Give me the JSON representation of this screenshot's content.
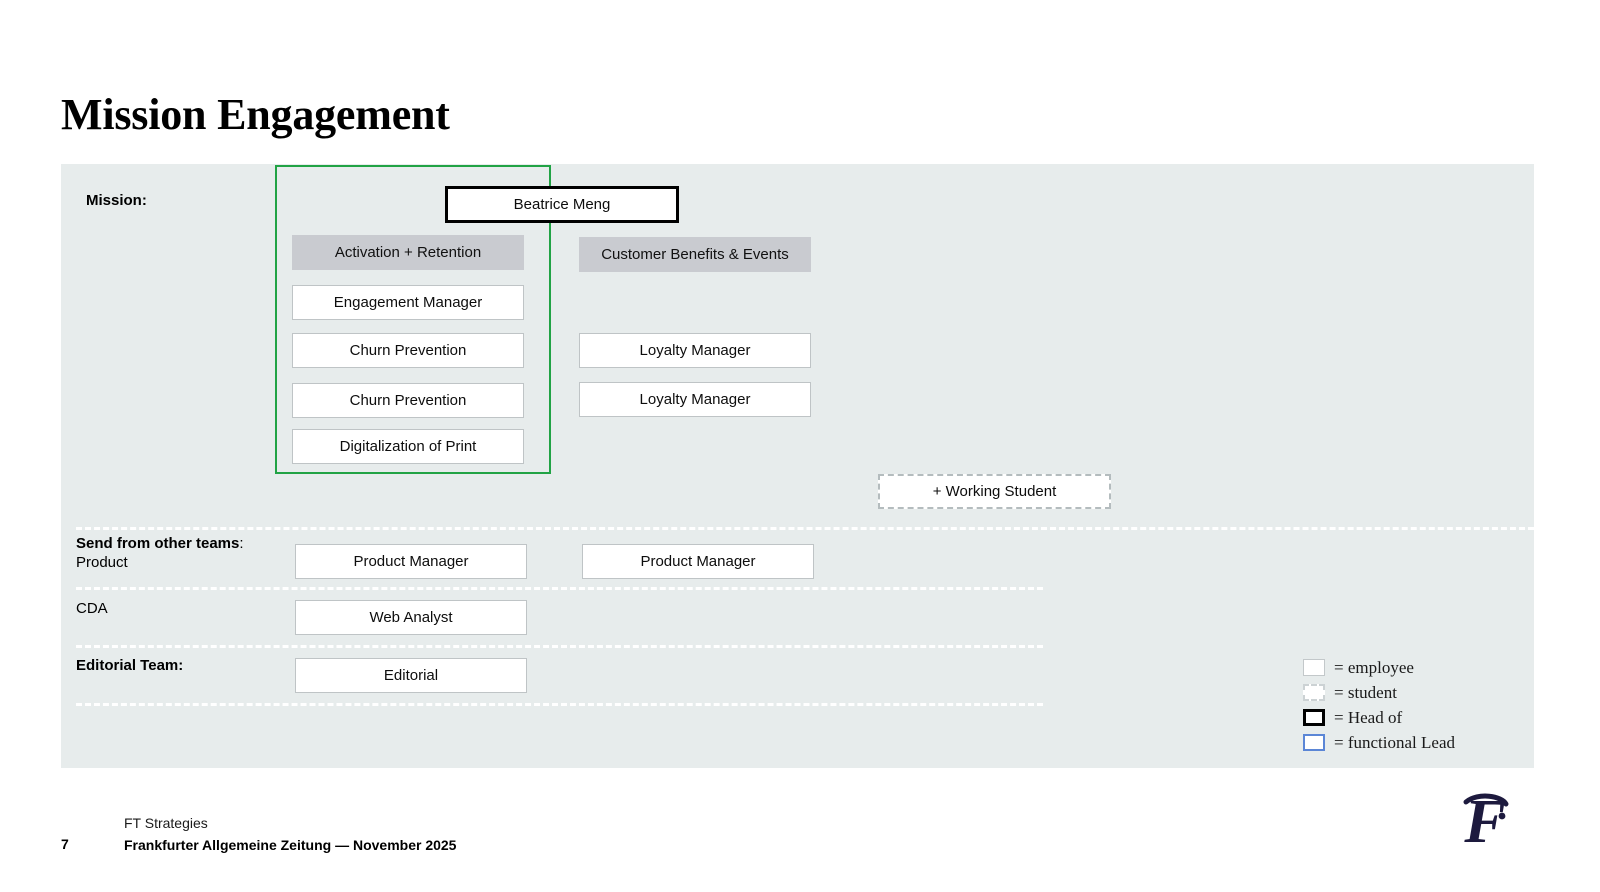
{
  "slide": {
    "title": "Mission Engagement",
    "mission_label": "Mission:"
  },
  "org": {
    "lead": {
      "name": "Beatrice Meng",
      "type": "head-of"
    },
    "columns": [
      {
        "group_label": "Activation + Retention",
        "highlighted": true,
        "roles": [
          "Engagement Manager",
          "Churn Prevention",
          "Churn Prevention",
          "Digitalization of Print"
        ]
      },
      {
        "group_label": "Customer Benefits & Events",
        "highlighted": false,
        "roles": [
          "Loyalty Manager",
          "Loyalty Manager"
        ]
      }
    ],
    "working_student": "+ Working Student"
  },
  "other_teams": {
    "heading": "Send from other teams",
    "heading_suffix": ":",
    "rows": [
      {
        "label": "Product",
        "bold": false,
        "roles": [
          "Product Manager",
          "Product Manager"
        ]
      },
      {
        "label": "CDA",
        "bold": false,
        "roles": [
          "Web Analyst"
        ]
      },
      {
        "label": "Editorial Team:",
        "bold": true,
        "roles": [
          "Editorial"
        ]
      }
    ]
  },
  "legend": {
    "items": [
      {
        "style": "employee",
        "text": "= employee"
      },
      {
        "style": "student",
        "text": "= student"
      },
      {
        "style": "head",
        "text": "= Head of"
      },
      {
        "style": "lead",
        "text": "= functional Lead"
      }
    ]
  },
  "footer": {
    "page_number": "7",
    "company": "FT Strategies",
    "subtitle": "Frankfurter Allgemeine Zeitung — November 2025"
  },
  "colors": {
    "panel_bg": "#e7ecec",
    "group_bg": "#c9cbd0",
    "highlight": "#21a345",
    "lead_blue": "#5b86d6",
    "logo_navy": "#1d1a3e"
  }
}
